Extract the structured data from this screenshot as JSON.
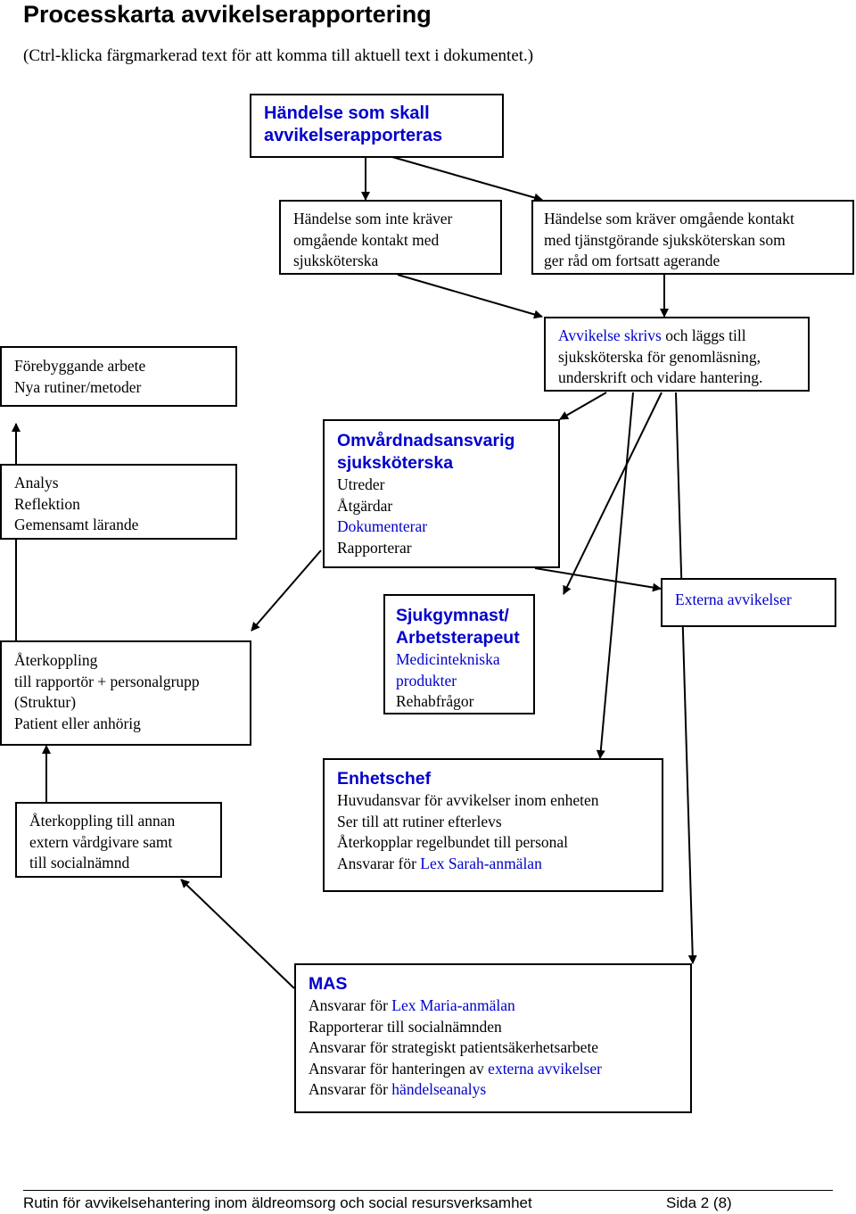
{
  "page": {
    "title": "Processkarta avvikelserapportering",
    "subtitle": "(Ctrl-klicka färgmarkerad text för att komma till aktuell text i dokumentet.)"
  },
  "boxes": {
    "start": {
      "lines": [
        "Händelse som skall",
        "avvikelserapporteras"
      ]
    },
    "no_contact": {
      "lines": [
        "Händelse som inte kräver",
        "omgående kontakt med",
        "sjuksköterska"
      ]
    },
    "contact": {
      "lines": [
        "Händelse som kräver omgående kontakt",
        "med  tjänstgörande sjuksköterskan som",
        "ger råd om fortsatt agerande"
      ]
    },
    "written": {
      "link": "Avvikelse skrivs",
      "rest1": " och läggs till",
      "lines": [
        "sjuksköterska för genomläsning,",
        "underskrift och vidare hantering."
      ]
    },
    "prevent": {
      "lines": [
        "Förebyggande arbete",
        "Nya rutiner/metoder"
      ]
    },
    "analysis": {
      "lines": [
        "Analys",
        "Reflektion",
        "Gemensamt lärande"
      ]
    },
    "nurse": {
      "heading": [
        "Omvårdnadsansvarig",
        "sjuksköterska"
      ],
      "lines": [
        "Utreder",
        "Åtgärdar"
      ],
      "link": "Dokumenterar",
      "last": "Rapporterar"
    },
    "physio": {
      "heading": [
        "Sjukgymnast/",
        "Arbetsterapeut"
      ],
      "links": [
        "Medicintekniska",
        "produkter"
      ],
      "last": "Rehabfrågor"
    },
    "external": {
      "link": "Externa avvikelser"
    },
    "feedback": {
      "lines": [
        "Återkoppling",
        "till rapportör + personalgrupp",
        "(Struktur)",
        "Patient eller anhörig"
      ]
    },
    "feedback_ext": {
      "lines": [
        "Återkoppling till annan",
        "extern vårdgivare samt",
        "till socialnämnd"
      ]
    },
    "manager": {
      "heading": "Enhetschef",
      "lines": [
        "Huvudansvar för avvikelser inom enheten",
        "Ser till att rutiner efterlevs",
        "Återkopplar regelbundet till personal"
      ],
      "last_prefix": "Ansvarar för ",
      "last_link": "Lex Sarah-anmälan"
    },
    "mas": {
      "heading": "MAS",
      "l1_prefix": "Ansvarar för ",
      "l1_link": "Lex Maria-anmälan",
      "l2": "Rapporterar till socialnämnden",
      "l3": "Ansvarar för strategiskt patientsäkerhetsarbete",
      "l4_prefix": "Ansvarar för hanteringen av ",
      "l4_link": "externa avvikelser",
      "l5_prefix": "Ansvarar för ",
      "l5_link": "händelseanalys"
    }
  },
  "footer": {
    "left": "Rutin för avvikelsehantering inom äldreomsorg och social resursverksamhet",
    "right": "Sida 2 (8)"
  },
  "colors": {
    "heading_blue": "#0000CC",
    "link_blue": "#0000CC",
    "border": "#000000"
  }
}
